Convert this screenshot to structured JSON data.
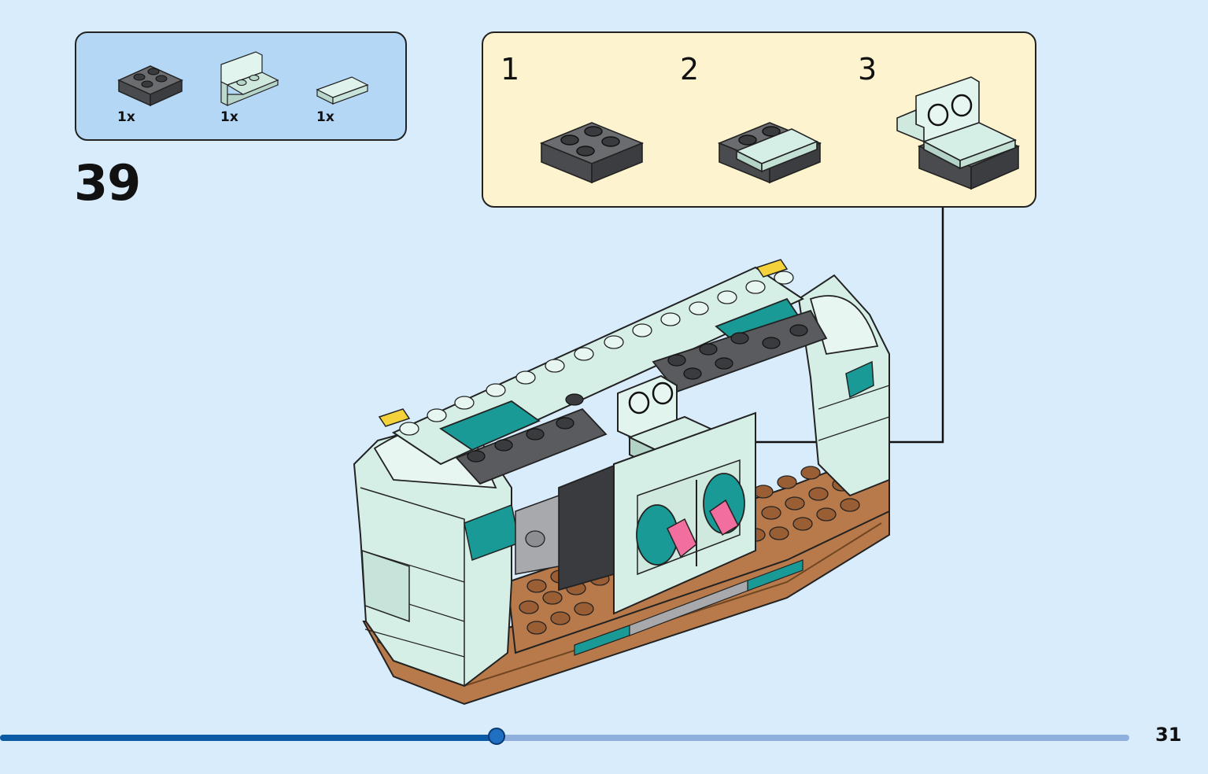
{
  "parts_list": {
    "items": [
      {
        "qty": "1x",
        "name": "dark-gray-plate-2x2",
        "color": "#5a5b5e"
      },
      {
        "qty": "1x",
        "name": "light-aqua-bracket-1x2-2x2",
        "color": "#d6efe6"
      },
      {
        "qty": "1x",
        "name": "light-aqua-tile-1x2",
        "color": "#d6efe6"
      }
    ]
  },
  "step": {
    "number": "39"
  },
  "sub_steps": [
    {
      "number": "1"
    },
    {
      "number": "2"
    },
    {
      "number": "3"
    }
  ],
  "progress": {
    "fraction": 0.44
  },
  "page": {
    "number": "31"
  },
  "colors": {
    "background": "#d9ecfc",
    "parts_box": "#b4d7f5",
    "sub_box": "#fdf4cf",
    "dark_gray": "#5a5b5e",
    "light_aqua": "#d6efe6",
    "teal": "#1a9a96",
    "brown": "#b87a4b",
    "progress_fill": "#0b5aa6",
    "progress_track": "#8fb0dc"
  }
}
